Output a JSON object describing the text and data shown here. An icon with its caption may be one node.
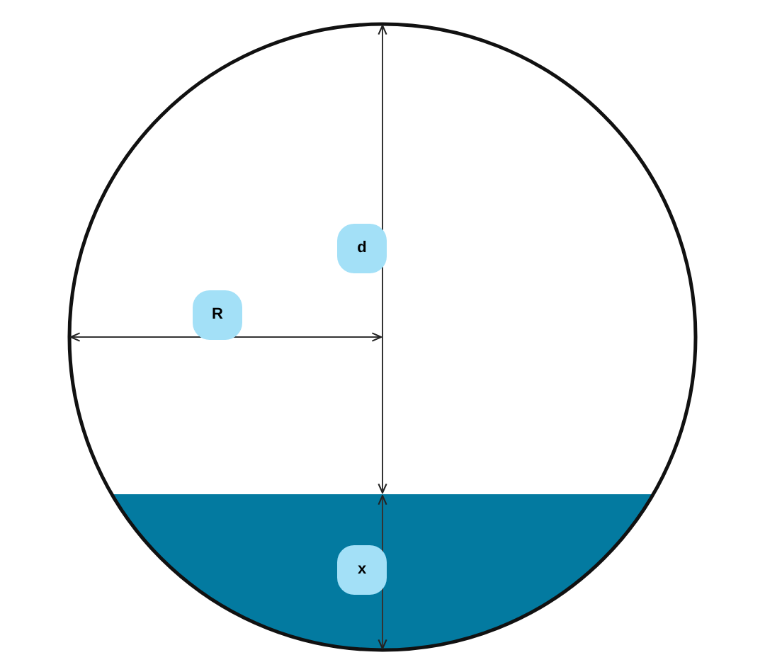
{
  "diagram": {
    "nodes": [
      {
        "text": [
          "d"
        ]
      },
      {
        "text": [
          "R"
        ]
      },
      {
        "text": [
          "x"
        ]
      }
    ]
  }
}
